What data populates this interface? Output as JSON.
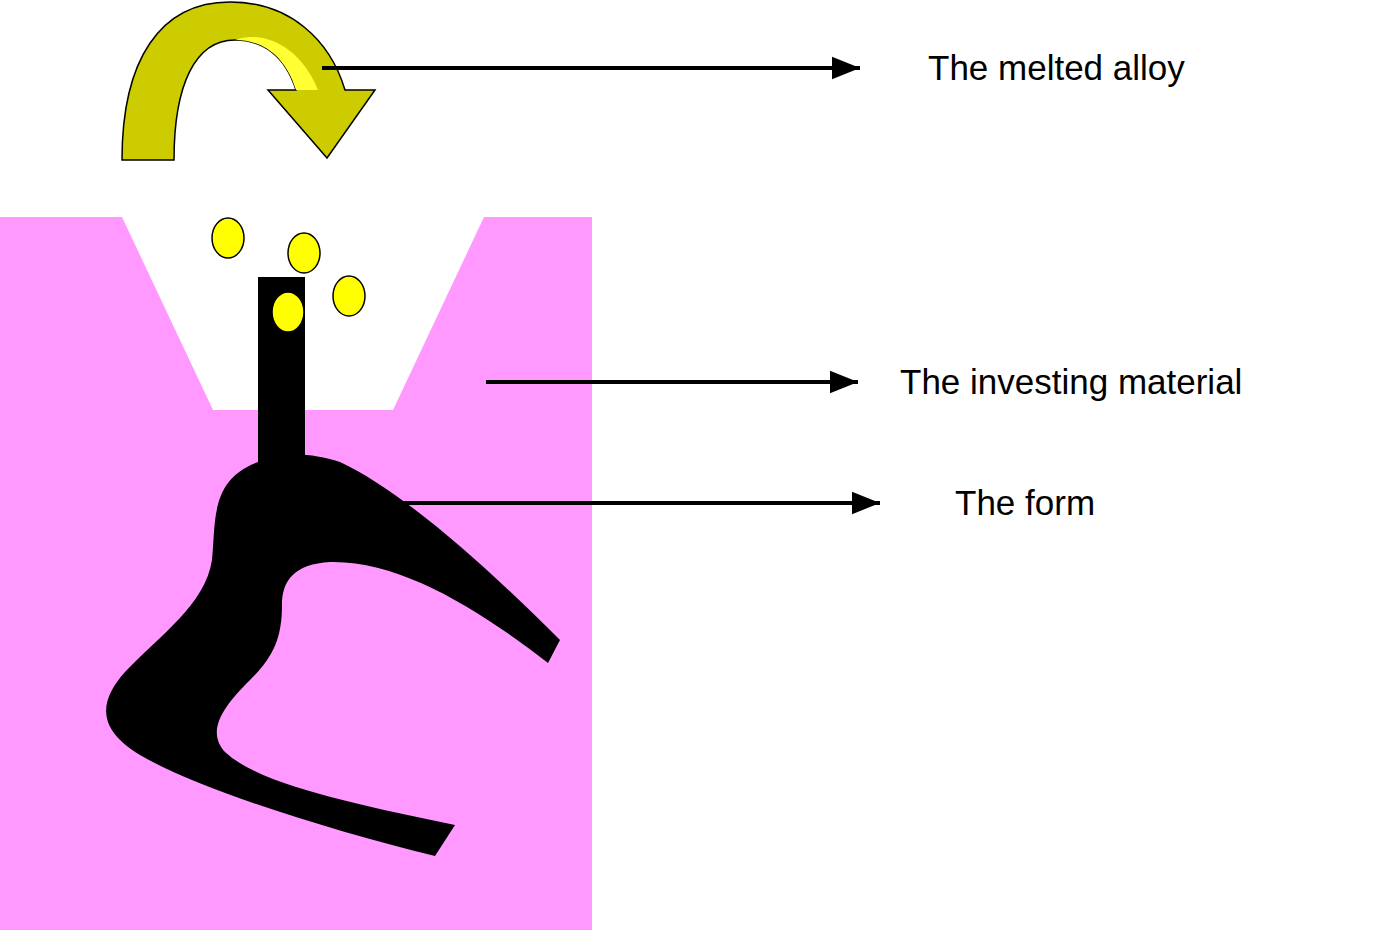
{
  "diagram": {
    "labels": [
      "The melted alloy",
      "The investing material",
      "The form"
    ]
  }
}
